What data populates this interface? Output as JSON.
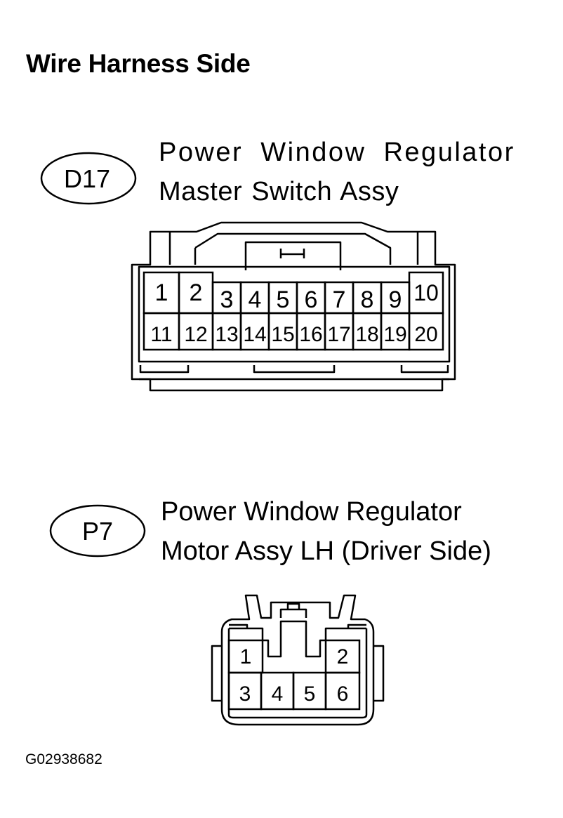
{
  "title": "Wire Harness Side",
  "connectors": [
    {
      "code": "D17",
      "name_lines": [
        "Power Window Regulator",
        "Master Switch Assy"
      ],
      "pins_row1": [
        "1",
        "2",
        "3",
        "4",
        "5",
        "6",
        "7",
        "8",
        "9",
        "10"
      ],
      "pins_row2": [
        "11",
        "12",
        "13",
        "14",
        "15",
        "16",
        "17",
        "18",
        "19",
        "20"
      ]
    },
    {
      "code": "P7",
      "name_lines": [
        "Power Window Regulator",
        "Motor Assy LH (Driver Side)"
      ],
      "pins_row1": [
        "1",
        "2"
      ],
      "pins_row2": [
        "3",
        "4",
        "5",
        "6"
      ]
    }
  ],
  "figure_id": "G02938682"
}
